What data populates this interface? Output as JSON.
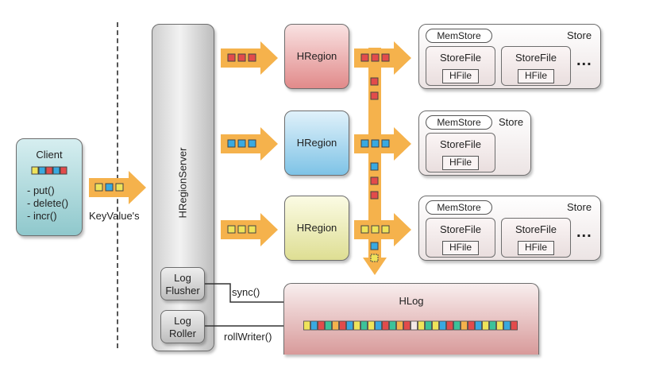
{
  "client": {
    "title": "Client",
    "methods": [
      "- put()",
      "- delete()",
      "- incr()"
    ]
  },
  "keyvalue_label": "KeyValue's",
  "server_label": "HRegionServer",
  "regions": [
    {
      "label": "HRegion"
    },
    {
      "label": "HRegion"
    },
    {
      "label": "HRegion"
    }
  ],
  "memstore_label": "MemStore",
  "store_label": "Store",
  "storefile_label": "StoreFile",
  "hfile_label": "HFile",
  "more_label": "...",
  "log_flusher_label": [
    "Log",
    "Flusher"
  ],
  "log_roller_label": [
    "Log",
    "Roller"
  ],
  "sync_label": "sync()",
  "rollwriter_label": "rollWriter()",
  "hlog_label": "HLog",
  "colors": {
    "red": "#e24b4b",
    "blue": "#39a9e0",
    "yellow": "#efe35a",
    "green": "#3cc29a",
    "orange": "#f5b24c",
    "arrow": "#f5b24c",
    "hlog": "#d89a9a"
  }
}
